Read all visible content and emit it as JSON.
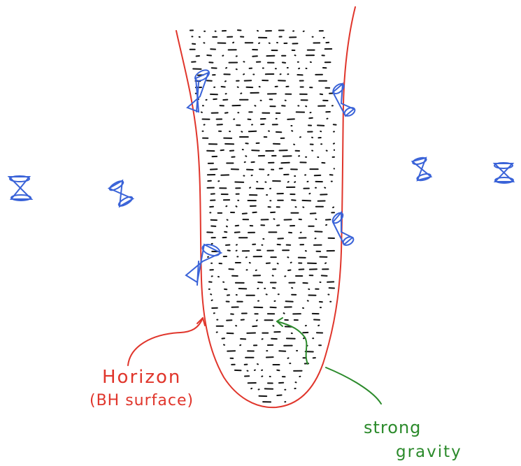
{
  "labels": {
    "horizon_line1": "Horizon",
    "horizon_line2": "(BH surface)",
    "gravity_line1": "strong",
    "gravity_line2": "gravity"
  },
  "colors": {
    "horizon": "#e0352b",
    "gravity": "#2b8a2b",
    "light_cones": "#3a63d8",
    "interior_dashes": "#111111",
    "background": "#ffffff"
  },
  "icons": {
    "light_cone": "hourglass-cone-icon"
  }
}
